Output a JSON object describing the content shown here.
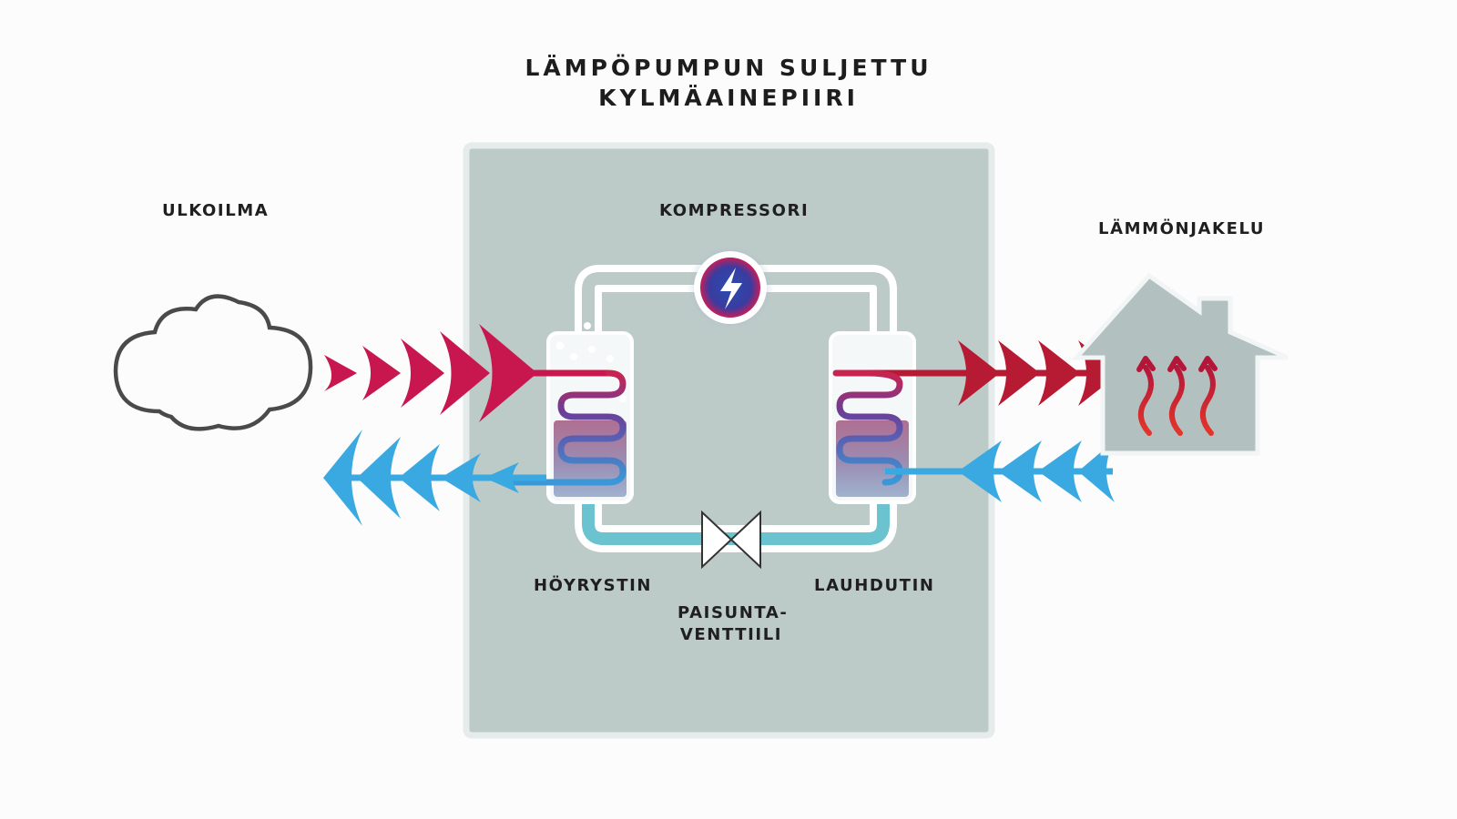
{
  "title": {
    "line1": "LÄMPÖPUMPUN SULJETTU",
    "line2": "KYLMÄAINEPIIRI"
  },
  "labels": {
    "outdoor_air": "ULKOILMA",
    "compressor": "KOMPRESSORI",
    "heat_distribution": "LÄMMÖNJAKELU",
    "evaporator": "HÖYRYSTIN",
    "condenser": "LAUHDUTIN",
    "expansion_valve_line1": "PAISUNTA-",
    "expansion_valve_line2": "VENTTIILI"
  },
  "colors": {
    "warm": "#c8174f",
    "warm_right": "#b71a33",
    "cold": "#3aa9e2",
    "panel": "#bccac8",
    "pipe": "#ffffff",
    "house": "#b2c1bf"
  },
  "icons": [
    "cloud-icon",
    "lightning-icon",
    "house-icon",
    "valve-icon",
    "heat-waves-icon"
  ]
}
